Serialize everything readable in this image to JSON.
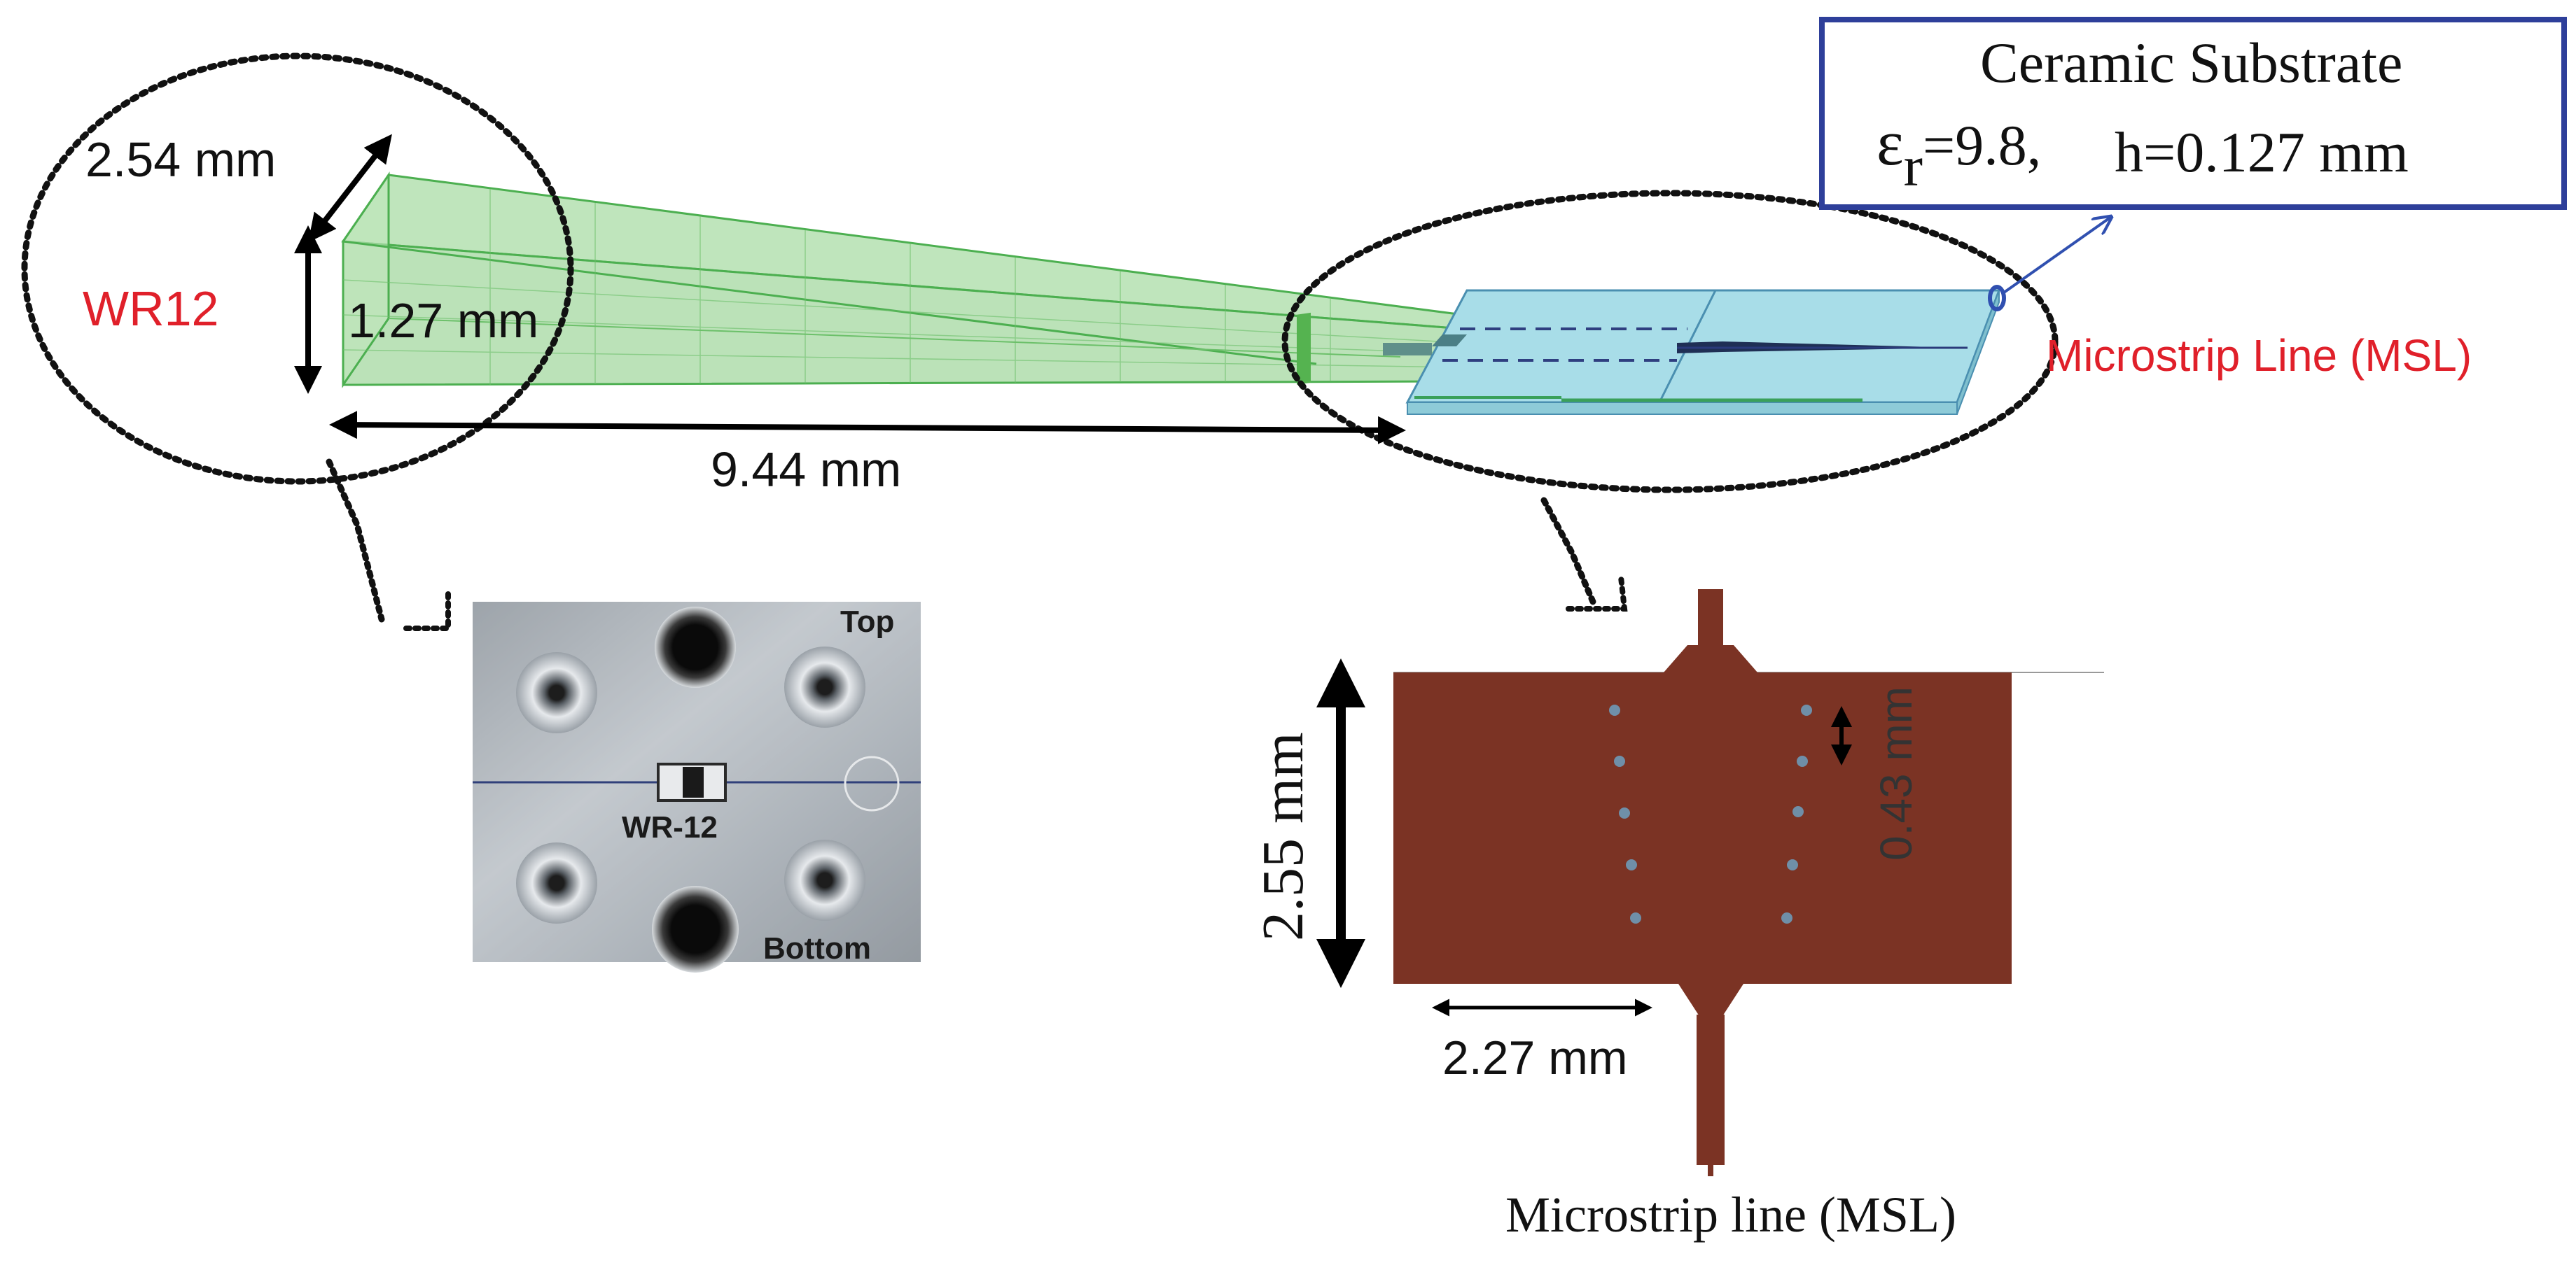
{
  "waveguide": {
    "name": "WR12",
    "width_label": "2.54 mm",
    "height_label": "1.27 mm",
    "length_label": "9.44 mm"
  },
  "substrate_box": {
    "title": "Ceramic Substrate",
    "eps_symbol": "ε",
    "eps_sub": "r",
    "eps_value": "=9.8,",
    "thickness": "h=0.127 mm"
  },
  "msl_callout": "Microstrip Line (MSL)",
  "photo": {
    "top_label": "Top",
    "center_label": "WR-12",
    "bottom_label": "Bottom"
  },
  "layout": {
    "height_label": "2.55 mm",
    "via_pitch_label": "0.43 mm",
    "width_label": "2.27 mm",
    "caption": "Microstrip line (MSL)"
  },
  "colors": {
    "waveguide_fill": "#9ed69a",
    "waveguide_edge": "#4caf50",
    "substrate_fill": "#a8dde8",
    "substrate_edge": "#4a8fb0",
    "copper": "#7b3324",
    "via": "#6f8fa8",
    "label_red": "#e0202a",
    "box_blue": "#2e3f9a",
    "arrow_blue": "#3050b0"
  }
}
